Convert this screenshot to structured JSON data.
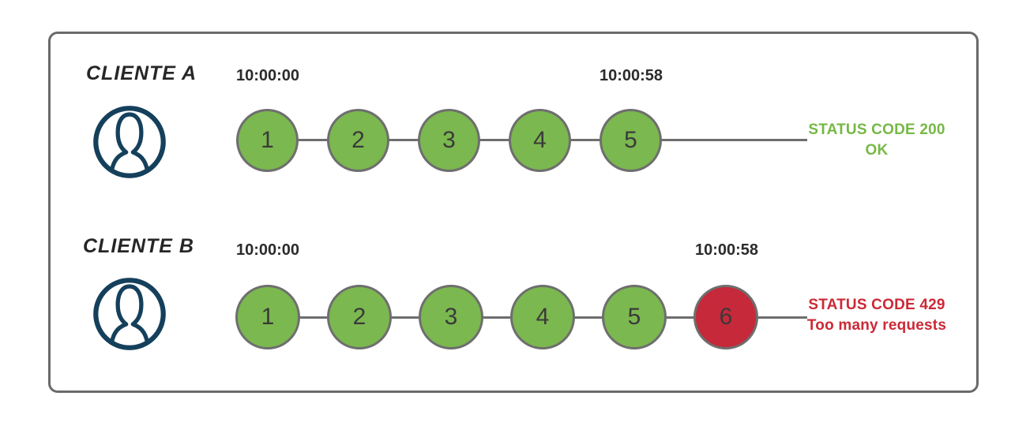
{
  "colors": {
    "frame_border": "#6a6a6a",
    "connector": "#6e6e6e",
    "circle_border": "#6e6e6e",
    "success_fill": "#7bb84f",
    "error_fill": "#c5293a",
    "success_text": "#76b845",
    "error_text": "#cc2936",
    "icon_navy": "#15405c",
    "label_text": "#262626",
    "time_text": "#2b2b2b",
    "number_text": "#3a3a3a"
  },
  "rows": [
    {
      "label": "CLIENTE A",
      "icon": "user-icon",
      "start_time": "10:00:00",
      "end_time": "10:00:58",
      "requests": [
        {
          "label": "1",
          "status": "success"
        },
        {
          "label": "2",
          "status": "success"
        },
        {
          "label": "3",
          "status": "success"
        },
        {
          "label": "4",
          "status": "success"
        },
        {
          "label": "5",
          "status": "success"
        }
      ],
      "status_code_line": "STATUS CODE 200",
      "status_detail_line": "OK",
      "status_type": "success"
    },
    {
      "label": "CLIENTE B",
      "icon": "user-icon",
      "start_time": "10:00:00",
      "end_time": "10:00:58",
      "requests": [
        {
          "label": "1",
          "status": "success"
        },
        {
          "label": "2",
          "status": "success"
        },
        {
          "label": "3",
          "status": "success"
        },
        {
          "label": "4",
          "status": "success"
        },
        {
          "label": "5",
          "status": "success"
        },
        {
          "label": "6",
          "status": "limited"
        }
      ],
      "status_code_line": "STATUS CODE 429",
      "status_detail_line": "Too many requests",
      "status_type": "error"
    }
  ]
}
